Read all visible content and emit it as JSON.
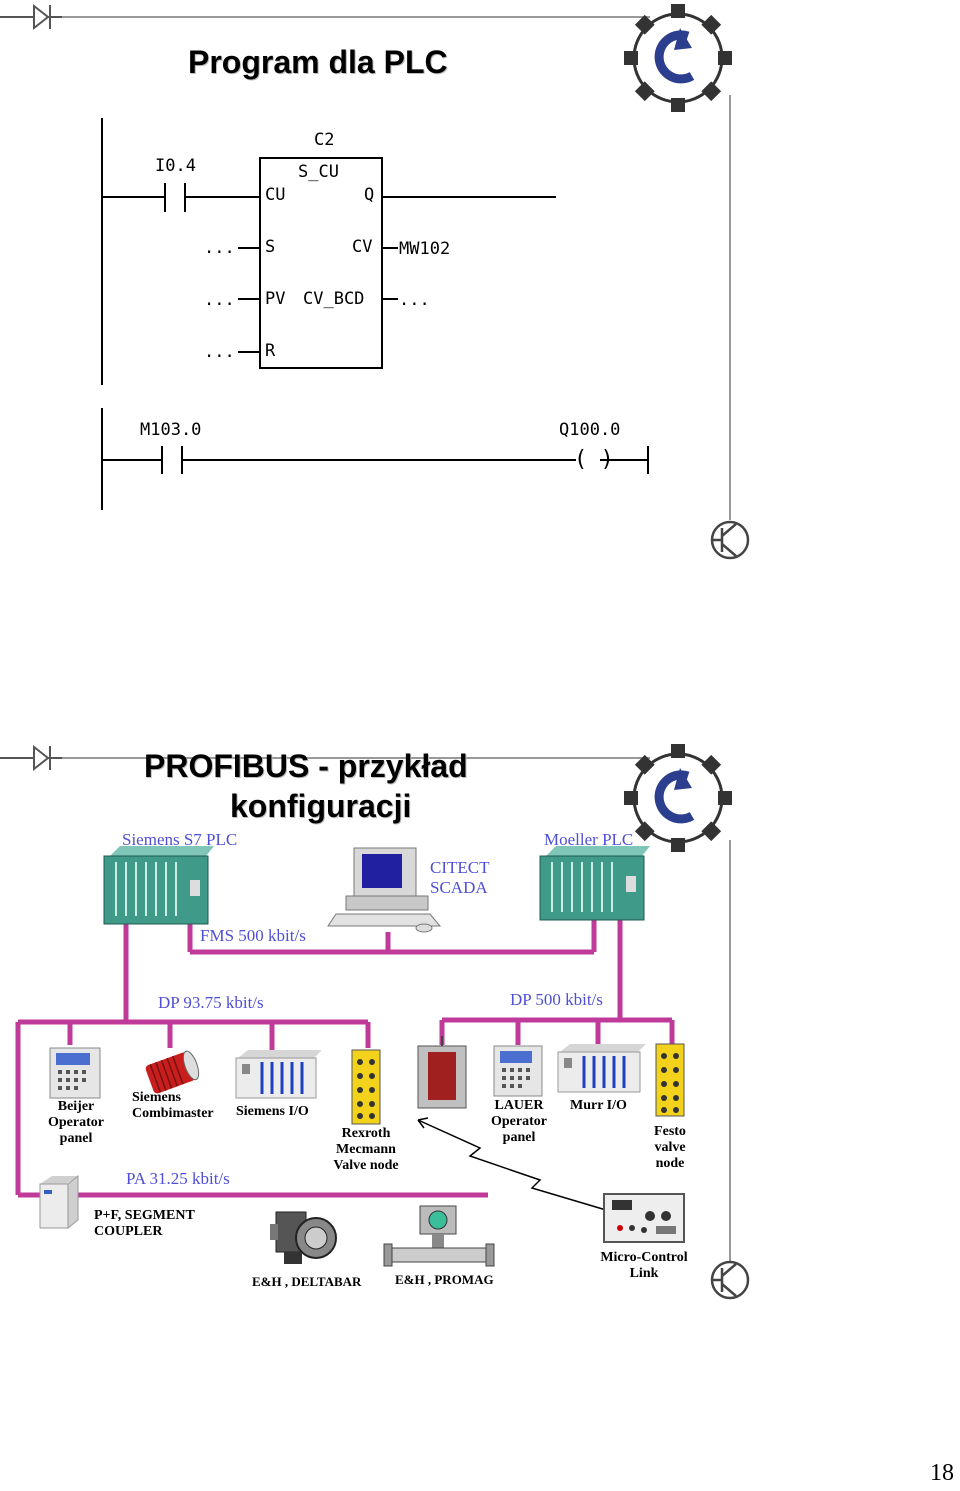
{
  "slide1": {
    "title": "Program dla PLC",
    "ladder": {
      "counter_name": "C2",
      "block_type": "S_CU",
      "pin_cu": "CU",
      "pin_q": "Q",
      "pin_s": "S",
      "pin_cv": "CV",
      "pin_pv": "PV",
      "pin_cv_bcd": "CV_BCD",
      "pin_r": "R",
      "input_contact": "I0.4",
      "cv_output": "MW102",
      "ellipsis": "...",
      "contact2": "M103.0",
      "coil": "Q100.0",
      "coil_symbol": "( )"
    }
  },
  "slide2": {
    "title_line1": "PROFIBUS  - przykład",
    "title_line2": "konfiguracji",
    "siemens_plc": "Siemens S7 PLC",
    "moeller_plc": "Moeller PLC",
    "scada_line1": "CITECT",
    "scada_line2": "SCADA",
    "fms": "FMS 500 kbit/s",
    "dp1": "DP 93.75 kbit/s",
    "dp2": "DP 500 kbit/s",
    "pa": "PA 31.25 kbit/s",
    "devices": {
      "beijer": [
        "Beijer",
        "Operator",
        "panel"
      ],
      "combimaster": [
        "Siemens",
        "Combimaster"
      ],
      "siemens_io": "Siemens I/O",
      "rexroth": [
        "Rexroth",
        "Mecmann",
        "Valve node"
      ],
      "lauer": [
        "LAUER",
        "Operator",
        "panel"
      ],
      "murr": "Murr I/O",
      "festo": [
        "Festo",
        "valve",
        "node"
      ],
      "coupler": [
        "P+F, SEGMENT",
        "COUPLER"
      ],
      "deltabar": "E&H , DELTABAR",
      "promag": "E&H , PROMAG",
      "microcontrol": [
        "Micro-Control",
        "Link"
      ]
    }
  },
  "page_number": "18",
  "colors": {
    "bus": "#c03a9a",
    "blue_text": "#4f4fd6",
    "plc_green": "#3f9a8a"
  }
}
